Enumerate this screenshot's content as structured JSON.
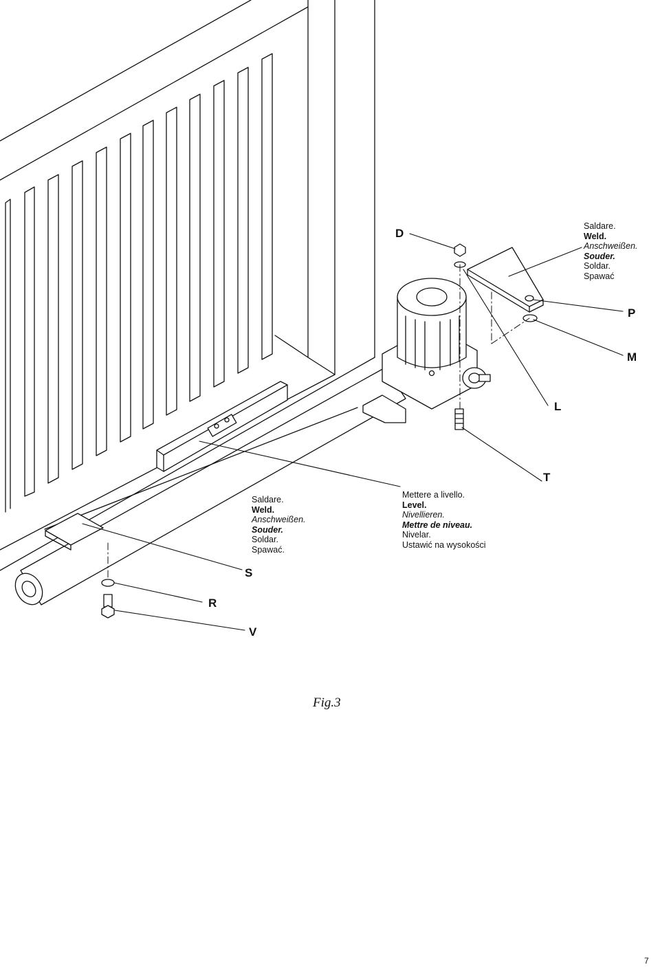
{
  "labels": {
    "D": "D",
    "P": "P",
    "M": "M",
    "L": "L",
    "T": "T",
    "S": "S",
    "R": "R",
    "V": "V"
  },
  "note_weld_top": {
    "lines": [
      "Saldare.",
      "Weld.",
      "Anschweißen.",
      "Souder.",
      "Soldar.",
      "Spawać"
    ]
  },
  "note_weld_bottom": {
    "lines": [
      "Saldare.",
      "Weld.",
      "Anschweißen.",
      "Souder.",
      "Soldar.",
      "Spawać."
    ]
  },
  "note_level": {
    "lines": [
      "Mettere a livello.",
      "Level.",
      "Nivellieren.",
      "Mettre de niveau.",
      "Nivelar.",
      "Ustawić na wysokości"
    ]
  },
  "caption": "Fig.3",
  "page_number": "7"
}
